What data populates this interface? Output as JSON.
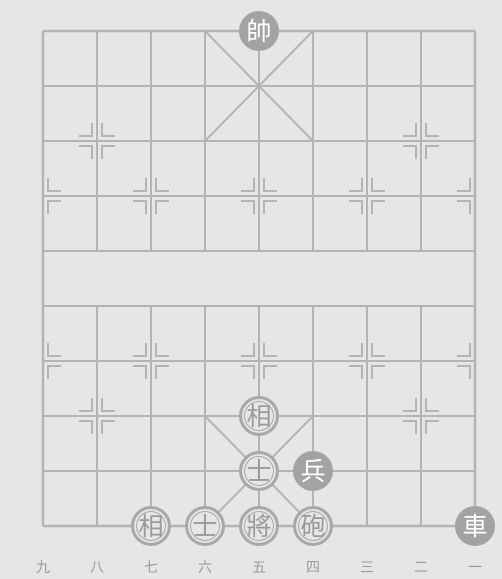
{
  "board": {
    "files": 9,
    "ranks": 10,
    "river_text": "",
    "colors": {
      "background": "#e6e6e6",
      "line": "#b4b4b4",
      "solid_piece": "#a3a3a3",
      "outline_piece": "#a8a8a8"
    }
  },
  "file_labels": [
    "九",
    "八",
    "七",
    "六",
    "五",
    "四",
    "三",
    "二",
    "一"
  ],
  "pieces": [
    {
      "id": "top-king",
      "char": "帥",
      "file": 4,
      "rank": 0,
      "style": "solid",
      "name": "king-shuai-piece"
    },
    {
      "id": "bottom-chariot",
      "char": "車",
      "file": 8,
      "rank": 9,
      "style": "solid",
      "name": "chariot-piece"
    },
    {
      "id": "bottom-soldier",
      "char": "兵",
      "file": 5,
      "rank": 8,
      "style": "solid",
      "name": "soldier-piece"
    },
    {
      "id": "bottom-cannon",
      "char": "砲",
      "file": 5,
      "rank": 9,
      "style": "outline",
      "name": "cannon-piece"
    },
    {
      "id": "bottom-king",
      "char": "將",
      "file": 4,
      "rank": 9,
      "style": "outline",
      "name": "king-jiang-piece"
    },
    {
      "id": "bottom-advisor-a",
      "char": "士",
      "file": 3,
      "rank": 9,
      "style": "outline",
      "name": "advisor-piece-left"
    },
    {
      "id": "bottom-elephant-a",
      "char": "相",
      "file": 2,
      "rank": 9,
      "style": "outline",
      "name": "elephant-piece-left"
    },
    {
      "id": "bottom-advisor-b",
      "char": "士",
      "file": 4,
      "rank": 8,
      "style": "outline",
      "name": "advisor-piece-center"
    },
    {
      "id": "bottom-elephant-b",
      "char": "相",
      "file": 4,
      "rank": 7,
      "style": "outline",
      "name": "elephant-piece-center"
    }
  ]
}
